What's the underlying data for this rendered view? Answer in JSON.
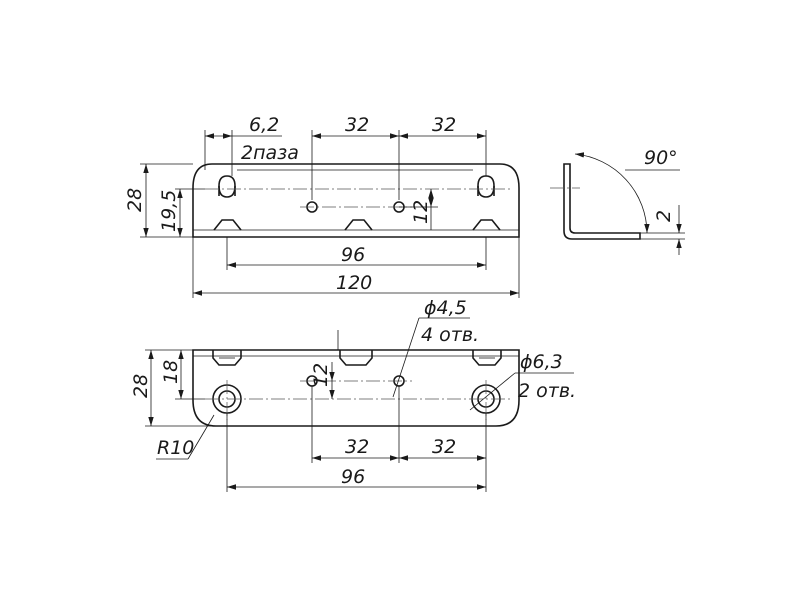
{
  "top_view": {
    "dim_6_2": "6,2",
    "slots_label": "2паза",
    "dim_32_a": "32",
    "dim_32_b": "32",
    "dim_28": "28",
    "dim_19_5": "19,5",
    "dim_12": "12",
    "dim_96": "96",
    "dim_120": "120"
  },
  "side_view": {
    "angle": "90°",
    "dim_2": "2"
  },
  "bottom_view": {
    "hole_small_dia": "ϕ4,5",
    "hole_small_count": "4 отв.",
    "hole_large_dia": "ϕ6,3",
    "hole_large_count": "2 отв.",
    "dim_28": "28",
    "dim_18": "18",
    "dim_12": "12",
    "radius": "R10",
    "dim_32_a": "32",
    "dim_32_b": "32",
    "dim_96": "96"
  }
}
